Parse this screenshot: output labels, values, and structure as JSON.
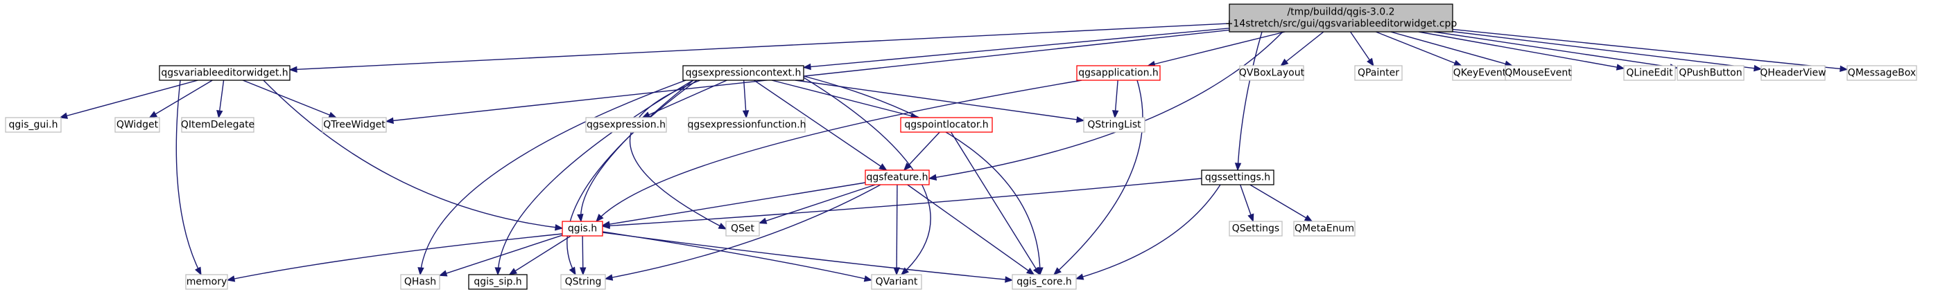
{
  "colors": {
    "edge": "#191970",
    "root_fill": "#bfbfbf",
    "root_stroke": "#000000",
    "black_stroke": "#000000",
    "red_stroke": "#ff0000",
    "gray_stroke": "#bfbfbf",
    "fill": "#ffffff"
  },
  "nodes": [
    {
      "id": "root",
      "style": "root",
      "lines": [
        "/tmp/buildd/qgis-3.0.2",
        "+14stretch/src/gui/qgsvariableeditorwidget.cpp"
      ]
    },
    {
      "id": "qgsvariableeditorwidget_h",
      "style": "black",
      "lines": [
        "qgsvariableeditorwidget.h"
      ]
    },
    {
      "id": "qgsexpressioncontext_h",
      "style": "black",
      "lines": [
        "qgsexpressioncontext.h"
      ]
    },
    {
      "id": "qgsapplication_h",
      "style": "red",
      "lines": [
        "qgsapplication.h"
      ]
    },
    {
      "id": "QVBoxLayout",
      "style": "gray",
      "lines": [
        "QVBoxLayout"
      ]
    },
    {
      "id": "QPainter",
      "style": "gray",
      "lines": [
        "QPainter"
      ]
    },
    {
      "id": "QKeyEvent",
      "style": "gray",
      "lines": [
        "QKeyEvent"
      ]
    },
    {
      "id": "QMouseEvent",
      "style": "gray",
      "lines": [
        "QMouseEvent"
      ]
    },
    {
      "id": "QLineEdit",
      "style": "gray",
      "lines": [
        "QLineEdit"
      ]
    },
    {
      "id": "QPushButton",
      "style": "gray",
      "lines": [
        "QPushButton"
      ]
    },
    {
      "id": "QHeaderView",
      "style": "gray",
      "lines": [
        "QHeaderView"
      ]
    },
    {
      "id": "QMessageBox",
      "style": "gray",
      "lines": [
        "QMessageBox"
      ]
    },
    {
      "id": "qgis_gui_h",
      "style": "gray",
      "lines": [
        "qgis_gui.h"
      ]
    },
    {
      "id": "QWidget",
      "style": "gray",
      "lines": [
        "QWidget"
      ]
    },
    {
      "id": "QItemDelegate",
      "style": "gray",
      "lines": [
        "QItemDelegate"
      ]
    },
    {
      "id": "QTreeWidget",
      "style": "gray",
      "lines": [
        "QTreeWidget"
      ]
    },
    {
      "id": "qgsexpression_h",
      "style": "gray",
      "lines": [
        "qgsexpression.h"
      ]
    },
    {
      "id": "qgsexpressionfunction_h",
      "style": "gray",
      "lines": [
        "qgsexpressionfunction.h"
      ]
    },
    {
      "id": "qgspointlocator_h",
      "style": "red",
      "lines": [
        "qgspointlocator.h"
      ]
    },
    {
      "id": "QStringList",
      "style": "gray",
      "lines": [
        "QStringList"
      ]
    },
    {
      "id": "qgsfeature_h",
      "style": "red",
      "lines": [
        "qgsfeature.h"
      ]
    },
    {
      "id": "qgssettings_h",
      "style": "black",
      "lines": [
        "qgssettings.h"
      ]
    },
    {
      "id": "QSet",
      "style": "gray",
      "lines": [
        "QSet"
      ]
    },
    {
      "id": "qgis_h",
      "style": "red",
      "lines": [
        "qgis.h"
      ]
    },
    {
      "id": "QSettings",
      "style": "gray",
      "lines": [
        "QSettings"
      ]
    },
    {
      "id": "QMetaEnum",
      "style": "gray",
      "lines": [
        "QMetaEnum"
      ]
    },
    {
      "id": "memory",
      "style": "gray",
      "lines": [
        "memory"
      ]
    },
    {
      "id": "QHash",
      "style": "gray",
      "lines": [
        "QHash"
      ]
    },
    {
      "id": "qgis_sip_h",
      "style": "black",
      "lines": [
        "qgis_sip.h"
      ]
    },
    {
      "id": "QString",
      "style": "gray",
      "lines": [
        "QString"
      ]
    },
    {
      "id": "QVariant",
      "style": "gray",
      "lines": [
        "QVariant"
      ]
    },
    {
      "id": "qgis_core_h",
      "style": "gray",
      "lines": [
        "qgis_core.h"
      ]
    }
  ],
  "edges": [
    [
      "root",
      "qgsvariableeditorwidget_h"
    ],
    [
      "root",
      "qgsexpressioncontext_h"
    ],
    [
      "root",
      "qgsapplication_h"
    ],
    [
      "root",
      "QVBoxLayout"
    ],
    [
      "root",
      "QPainter"
    ],
    [
      "root",
      "QKeyEvent"
    ],
    [
      "root",
      "QMouseEvent"
    ],
    [
      "root",
      "QLineEdit"
    ],
    [
      "root",
      "QPushButton"
    ],
    [
      "root",
      "QHeaderView"
    ],
    [
      "root",
      "QMessageBox"
    ],
    [
      "root",
      "QTreeWidget"
    ],
    [
      "root",
      "qgsfeature_h"
    ],
    [
      "root",
      "qgssettings_h"
    ],
    [
      "qgsvariableeditorwidget_h",
      "qgis_gui_h"
    ],
    [
      "qgsvariableeditorwidget_h",
      "QWidget"
    ],
    [
      "qgsvariableeditorwidget_h",
      "QItemDelegate"
    ],
    [
      "qgsvariableeditorwidget_h",
      "QTreeWidget"
    ],
    [
      "qgsvariableeditorwidget_h",
      "memory"
    ],
    [
      "qgsvariableeditorwidget_h",
      "qgis_h"
    ],
    [
      "qgsexpressioncontext_h",
      "qgsexpression_h"
    ],
    [
      "qgsexpressioncontext_h",
      "qgsexpressionfunction_h"
    ],
    [
      "qgsexpressioncontext_h",
      "qgspointlocator_h"
    ],
    [
      "qgsexpressioncontext_h",
      "QStringList"
    ],
    [
      "qgsexpressioncontext_h",
      "qgsfeature_h"
    ],
    [
      "qgsexpressioncontext_h",
      "QSet"
    ],
    [
      "qgsexpressioncontext_h",
      "qgis_h"
    ],
    [
      "qgsexpressioncontext_h",
      "QHash"
    ],
    [
      "qgsexpressioncontext_h",
      "qgis_sip_h"
    ],
    [
      "qgsexpressioncontext_h",
      "QString"
    ],
    [
      "qgsexpressioncontext_h",
      "QVariant"
    ],
    [
      "qgsexpressioncontext_h",
      "qgis_core_h"
    ],
    [
      "qgsapplication_h",
      "QStringList"
    ],
    [
      "qgsapplication_h",
      "qgis_h"
    ],
    [
      "qgsapplication_h",
      "qgis_core_h"
    ],
    [
      "qgspointlocator_h",
      "qgsfeature_h"
    ],
    [
      "qgspointlocator_h",
      "qgis_core_h"
    ],
    [
      "qgsfeature_h",
      "qgis_h"
    ],
    [
      "qgsfeature_h",
      "QSet"
    ],
    [
      "qgsfeature_h",
      "QString"
    ],
    [
      "qgsfeature_h",
      "QVariant"
    ],
    [
      "qgsfeature_h",
      "qgis_core_h"
    ],
    [
      "qgssettings_h",
      "qgis_h"
    ],
    [
      "qgssettings_h",
      "QSettings"
    ],
    [
      "qgssettings_h",
      "QMetaEnum"
    ],
    [
      "qgssettings_h",
      "qgis_core_h"
    ],
    [
      "qgis_h",
      "memory"
    ],
    [
      "qgis_h",
      "QHash"
    ],
    [
      "qgis_h",
      "qgis_sip_h"
    ],
    [
      "qgis_h",
      "QString"
    ],
    [
      "qgis_h",
      "QVariant"
    ],
    [
      "qgis_h",
      "qgis_core_h"
    ]
  ]
}
